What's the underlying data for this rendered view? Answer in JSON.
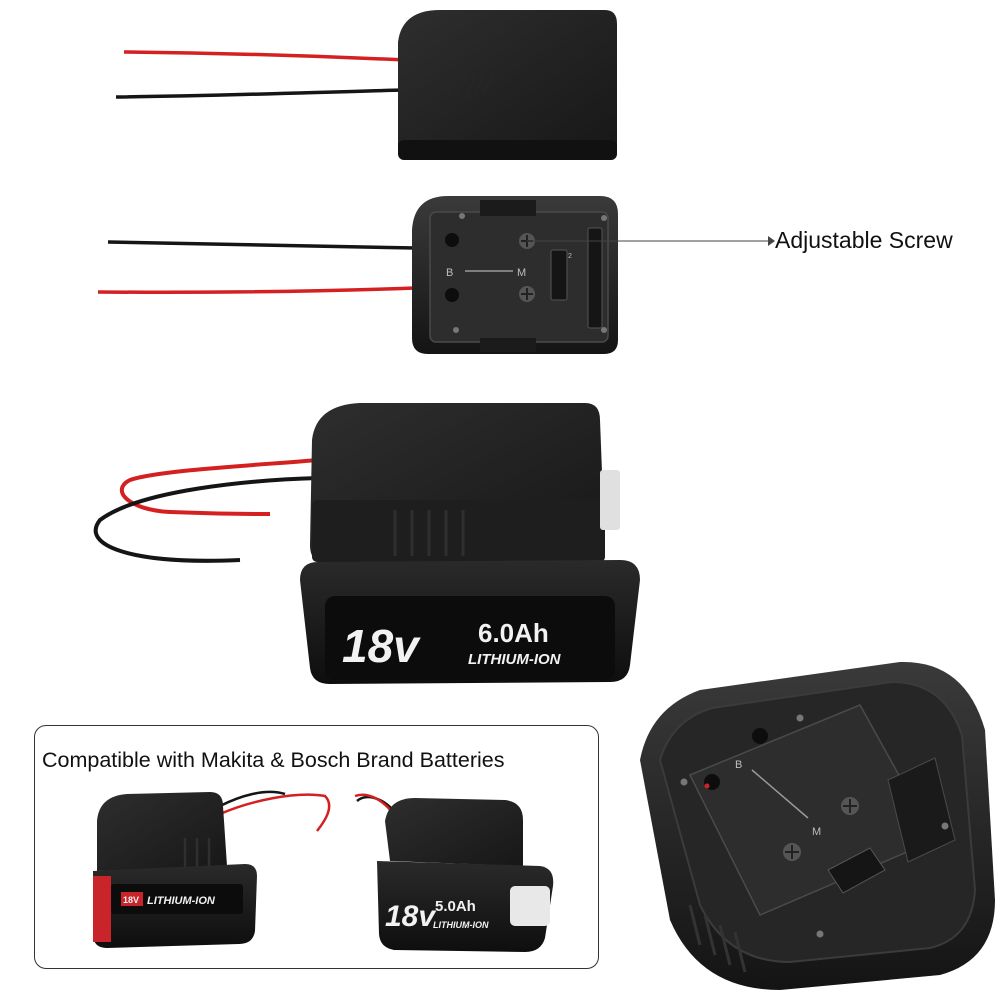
{
  "callout": {
    "label": "Adjustable Screw"
  },
  "compat": {
    "title": "Compatible with Makita & Bosch Brand Batteries"
  },
  "plate": {
    "left_mark": "B",
    "right_mark": "M",
    "side_mark": "2"
  },
  "battery_main": {
    "voltage": "18v",
    "capacity": "6.0Ah",
    "chem": "LITHIUM-ION"
  },
  "battery_bosch": {
    "voltage": "18V",
    "chem": "LITHIUM-ION"
  },
  "battery_makita": {
    "voltage": "18v",
    "capacity": "5.0Ah",
    "chem": "LITHIUM-ION"
  },
  "dock": {
    "left_mark": "B",
    "right_mark": "M"
  },
  "colors": {
    "wire_red": "#d42020",
    "wire_black": "#151515",
    "body": "#1c1c1c",
    "bosch_red": "#c8242a"
  }
}
